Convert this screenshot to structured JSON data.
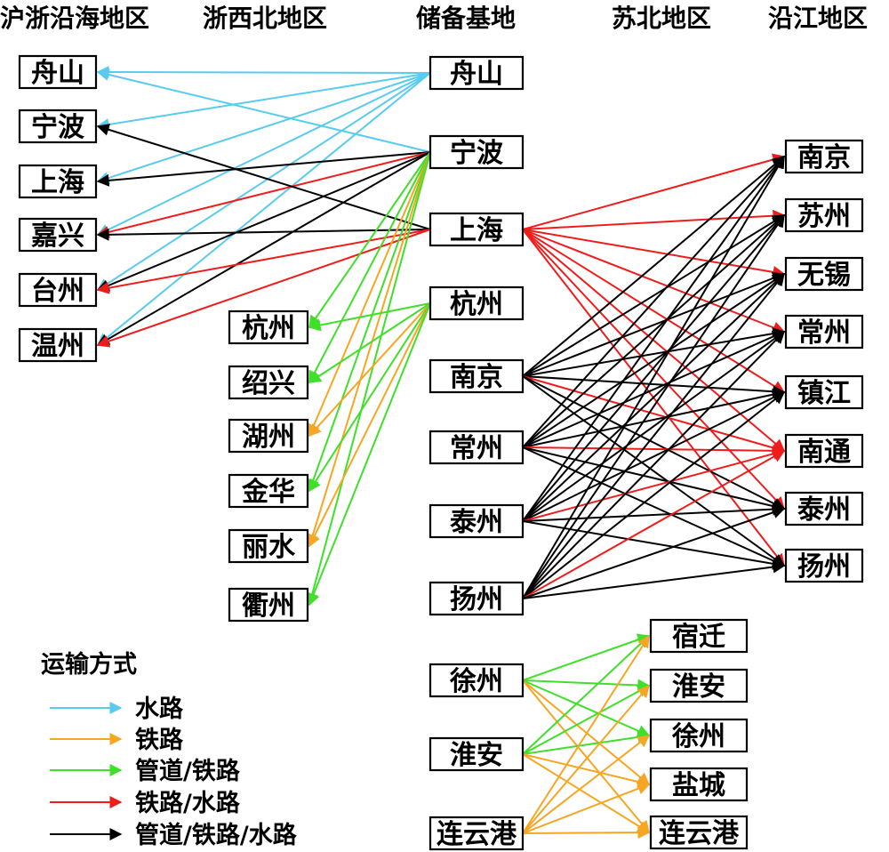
{
  "headers": {
    "coastal": "沪浙沿海地区",
    "zhexibei": "浙西北地区",
    "reserve": "储备基地",
    "subei": "苏北地区",
    "yanjiang": "沿江地区"
  },
  "colors": {
    "water": "#59CBEF",
    "rail": "#F5A623",
    "pipe_rail": "#3FDF2A",
    "rail_water": "#F01C1C",
    "pipe_rail_water": "#000000"
  },
  "nodes": {
    "coastal": [
      "舟山",
      "宁波",
      "上海",
      "嘉兴",
      "台州",
      "温州"
    ],
    "zhexibei": [
      "杭州",
      "绍兴",
      "湖州",
      "金华",
      "丽水",
      "衢州"
    ],
    "reserve": [
      "舟山",
      "宁波",
      "上海",
      "杭州",
      "南京",
      "常州",
      "泰州",
      "扬州",
      "徐州",
      "淮安",
      "连云港"
    ],
    "yanjiang": [
      "南京",
      "苏州",
      "无锡",
      "常州",
      "镇江",
      "南通",
      "泰州",
      "扬州"
    ],
    "subei": [
      "宿迁",
      "淮安",
      "徐州",
      "盐城",
      "连云港"
    ]
  },
  "legend": {
    "title": "运输方式",
    "items": [
      {
        "label": "水路",
        "mode": "water"
      },
      {
        "label": "铁路",
        "mode": "rail"
      },
      {
        "label": "管道/铁路",
        "mode": "pipe_rail"
      },
      {
        "label": "铁路/水路",
        "mode": "rail_water"
      },
      {
        "label": "管道/铁路/水路",
        "mode": "pipe_rail_water"
      }
    ]
  },
  "links": [
    {
      "from": "reserve.0",
      "to": "coastal.0",
      "mode": "water"
    },
    {
      "from": "reserve.0",
      "to": "coastal.1",
      "mode": "water"
    },
    {
      "from": "reserve.0",
      "to": "coastal.2",
      "mode": "water"
    },
    {
      "from": "reserve.0",
      "to": "coastal.3",
      "mode": "water"
    },
    {
      "from": "reserve.0",
      "to": "coastal.4",
      "mode": "water"
    },
    {
      "from": "reserve.0",
      "to": "coastal.5",
      "mode": "water"
    },
    {
      "from": "reserve.1",
      "to": "coastal.0",
      "mode": "water"
    },
    {
      "from": "reserve.1",
      "to": "coastal.2",
      "mode": "pipe_rail_water"
    },
    {
      "from": "reserve.1",
      "to": "coastal.3",
      "mode": "rail_water"
    },
    {
      "from": "reserve.1",
      "to": "coastal.4",
      "mode": "pipe_rail_water"
    },
    {
      "from": "reserve.1",
      "to": "coastal.5",
      "mode": "pipe_rail_water"
    },
    {
      "from": "reserve.2",
      "to": "coastal.1",
      "mode": "pipe_rail_water"
    },
    {
      "from": "reserve.2",
      "to": "coastal.3",
      "mode": "pipe_rail_water"
    },
    {
      "from": "reserve.2",
      "to": "coastal.4",
      "mode": "rail_water"
    },
    {
      "from": "reserve.2",
      "to": "coastal.5",
      "mode": "rail_water"
    },
    {
      "from": "reserve.1",
      "to": "zhexibei.0",
      "mode": "pipe_rail"
    },
    {
      "from": "reserve.1",
      "to": "zhexibei.1",
      "mode": "pipe_rail"
    },
    {
      "from": "reserve.1",
      "to": "zhexibei.2",
      "mode": "rail"
    },
    {
      "from": "reserve.1",
      "to": "zhexibei.3",
      "mode": "pipe_rail"
    },
    {
      "from": "reserve.1",
      "to": "zhexibei.4",
      "mode": "rail"
    },
    {
      "from": "reserve.1",
      "to": "zhexibei.5",
      "mode": "pipe_rail"
    },
    {
      "from": "reserve.3",
      "to": "zhexibei.0",
      "mode": "pipe_rail"
    },
    {
      "from": "reserve.3",
      "to": "zhexibei.1",
      "mode": "pipe_rail"
    },
    {
      "from": "reserve.3",
      "to": "zhexibei.2",
      "mode": "rail"
    },
    {
      "from": "reserve.3",
      "to": "zhexibei.3",
      "mode": "pipe_rail"
    },
    {
      "from": "reserve.3",
      "to": "zhexibei.4",
      "mode": "rail"
    },
    {
      "from": "reserve.3",
      "to": "zhexibei.5",
      "mode": "pipe_rail"
    },
    {
      "from": "reserve.2",
      "to": "yanjiang.0",
      "mode": "rail_water"
    },
    {
      "from": "reserve.2",
      "to": "yanjiang.1",
      "mode": "rail_water"
    },
    {
      "from": "reserve.2",
      "to": "yanjiang.2",
      "mode": "rail_water"
    },
    {
      "from": "reserve.2",
      "to": "yanjiang.3",
      "mode": "rail_water"
    },
    {
      "from": "reserve.2",
      "to": "yanjiang.4",
      "mode": "rail_water"
    },
    {
      "from": "reserve.2",
      "to": "yanjiang.5",
      "mode": "rail_water"
    },
    {
      "from": "reserve.2",
      "to": "yanjiang.6",
      "mode": "rail_water"
    },
    {
      "from": "reserve.2",
      "to": "yanjiang.7",
      "mode": "rail_water"
    },
    {
      "from": "reserve.4",
      "to": "yanjiang.0",
      "mode": "pipe_rail_water"
    },
    {
      "from": "reserve.4",
      "to": "yanjiang.1",
      "mode": "pipe_rail_water"
    },
    {
      "from": "reserve.4",
      "to": "yanjiang.2",
      "mode": "pipe_rail_water"
    },
    {
      "from": "reserve.4",
      "to": "yanjiang.3",
      "mode": "pipe_rail_water"
    },
    {
      "from": "reserve.4",
      "to": "yanjiang.4",
      "mode": "pipe_rail_water"
    },
    {
      "from": "reserve.4",
      "to": "yanjiang.5",
      "mode": "rail_water"
    },
    {
      "from": "reserve.4",
      "to": "yanjiang.6",
      "mode": "pipe_rail_water"
    },
    {
      "from": "reserve.4",
      "to": "yanjiang.7",
      "mode": "pipe_rail_water"
    },
    {
      "from": "reserve.5",
      "to": "yanjiang.0",
      "mode": "pipe_rail_water"
    },
    {
      "from": "reserve.5",
      "to": "yanjiang.1",
      "mode": "pipe_rail_water"
    },
    {
      "from": "reserve.5",
      "to": "yanjiang.2",
      "mode": "pipe_rail_water"
    },
    {
      "from": "reserve.5",
      "to": "yanjiang.3",
      "mode": "pipe_rail_water"
    },
    {
      "from": "reserve.5",
      "to": "yanjiang.4",
      "mode": "pipe_rail_water"
    },
    {
      "from": "reserve.5",
      "to": "yanjiang.5",
      "mode": "rail_water"
    },
    {
      "from": "reserve.5",
      "to": "yanjiang.6",
      "mode": "pipe_rail_water"
    },
    {
      "from": "reserve.5",
      "to": "yanjiang.7",
      "mode": "pipe_rail_water"
    },
    {
      "from": "reserve.6",
      "to": "yanjiang.0",
      "mode": "pipe_rail_water"
    },
    {
      "from": "reserve.6",
      "to": "yanjiang.1",
      "mode": "pipe_rail_water"
    },
    {
      "from": "reserve.6",
      "to": "yanjiang.2",
      "mode": "pipe_rail_water"
    },
    {
      "from": "reserve.6",
      "to": "yanjiang.3",
      "mode": "pipe_rail_water"
    },
    {
      "from": "reserve.6",
      "to": "yanjiang.4",
      "mode": "pipe_rail_water"
    },
    {
      "from": "reserve.6",
      "to": "yanjiang.5",
      "mode": "rail_water"
    },
    {
      "from": "reserve.6",
      "to": "yanjiang.6",
      "mode": "pipe_rail_water"
    },
    {
      "from": "reserve.6",
      "to": "yanjiang.7",
      "mode": "pipe_rail_water"
    },
    {
      "from": "reserve.7",
      "to": "yanjiang.0",
      "mode": "pipe_rail_water"
    },
    {
      "from": "reserve.7",
      "to": "yanjiang.1",
      "mode": "pipe_rail_water"
    },
    {
      "from": "reserve.7",
      "to": "yanjiang.2",
      "mode": "pipe_rail_water"
    },
    {
      "from": "reserve.7",
      "to": "yanjiang.3",
      "mode": "pipe_rail_water"
    },
    {
      "from": "reserve.7",
      "to": "yanjiang.4",
      "mode": "pipe_rail_water"
    },
    {
      "from": "reserve.7",
      "to": "yanjiang.5",
      "mode": "rail_water"
    },
    {
      "from": "reserve.7",
      "to": "yanjiang.6",
      "mode": "pipe_rail_water"
    },
    {
      "from": "reserve.7",
      "to": "yanjiang.7",
      "mode": "pipe_rail_water"
    },
    {
      "from": "reserve.8",
      "to": "subei.0",
      "mode": "pipe_rail"
    },
    {
      "from": "reserve.8",
      "to": "subei.1",
      "mode": "pipe_rail"
    },
    {
      "from": "reserve.8",
      "to": "subei.2",
      "mode": "pipe_rail"
    },
    {
      "from": "reserve.8",
      "to": "subei.3",
      "mode": "rail"
    },
    {
      "from": "reserve.8",
      "to": "subei.4",
      "mode": "rail"
    },
    {
      "from": "reserve.9",
      "to": "subei.0",
      "mode": "pipe_rail"
    },
    {
      "from": "reserve.9",
      "to": "subei.1",
      "mode": "pipe_rail"
    },
    {
      "from": "reserve.9",
      "to": "subei.2",
      "mode": "pipe_rail"
    },
    {
      "from": "reserve.9",
      "to": "subei.3",
      "mode": "rail"
    },
    {
      "from": "reserve.9",
      "to": "subei.4",
      "mode": "rail"
    },
    {
      "from": "reserve.10",
      "to": "subei.0",
      "mode": "rail"
    },
    {
      "from": "reserve.10",
      "to": "subei.1",
      "mode": "rail"
    },
    {
      "from": "reserve.10",
      "to": "subei.2",
      "mode": "rail"
    },
    {
      "from": "reserve.10",
      "to": "subei.3",
      "mode": "rail"
    },
    {
      "from": "reserve.10",
      "to": "subei.4",
      "mode": "rail"
    }
  ]
}
